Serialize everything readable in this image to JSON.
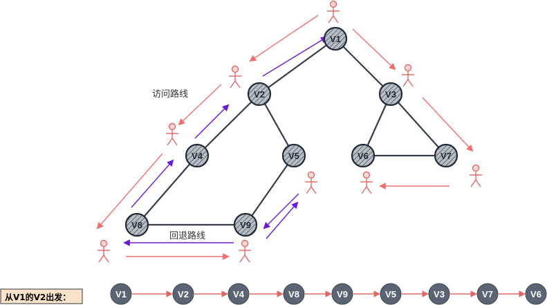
{
  "labels": {
    "visit_path": "访问路线",
    "back_path": "回退路线",
    "caption": "从V1的V2出发："
  },
  "graph": {
    "nodes": [
      {
        "id": "v1",
        "label": "V1"
      },
      {
        "id": "v2",
        "label": "V2"
      },
      {
        "id": "v3",
        "label": "V3"
      },
      {
        "id": "v4",
        "label": "V4"
      },
      {
        "id": "v5",
        "label": "V5"
      },
      {
        "id": "v6",
        "label": "V6"
      },
      {
        "id": "v7",
        "label": "V7"
      },
      {
        "id": "v8",
        "label": "V8"
      },
      {
        "id": "v9",
        "label": "V9"
      }
    ],
    "edges": [
      {
        "from": "v1",
        "to": "v2"
      },
      {
        "from": "v1",
        "to": "v3"
      },
      {
        "from": "v2",
        "to": "v4"
      },
      {
        "from": "v2",
        "to": "v5"
      },
      {
        "from": "v4",
        "to": "v8"
      },
      {
        "from": "v8",
        "to": "v9"
      },
      {
        "from": "v5",
        "to": "v9"
      },
      {
        "from": "v3",
        "to": "v6"
      },
      {
        "from": "v3",
        "to": "v7"
      },
      {
        "from": "v6",
        "to": "v7"
      }
    ]
  },
  "sequence": [
    "V1",
    "V2",
    "V4",
    "V8",
    "V9",
    "V5",
    "V3",
    "V7",
    "V6"
  ],
  "colors": {
    "node_fill": "#9aa0a8",
    "node_stroke": "#1f2a36",
    "edge": "#323c48",
    "visit_arrow": "#6a1ad1",
    "back_arrow": "#f07070",
    "figure": "#e05555",
    "seq_node": "#5a6472",
    "caption_bg": "#f8e3c8",
    "caption_border": "#333333"
  }
}
